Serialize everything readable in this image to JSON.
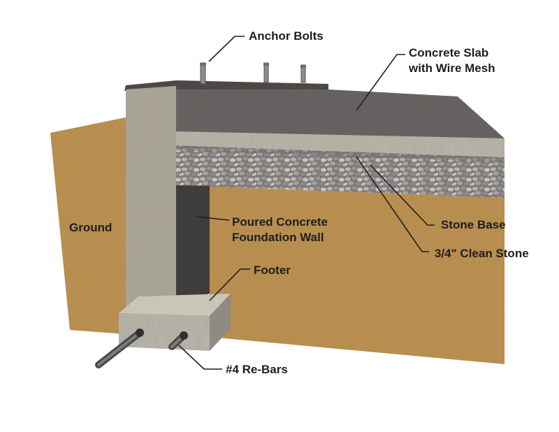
{
  "labels": {
    "anchor_bolts": "Anchor Bolts",
    "slab_line1": "Concrete Slab",
    "slab_line2": "with Wire Mesh",
    "ground": "Ground",
    "wall_line1": "Poured Concrete",
    "wall_line2": "Foundation Wall",
    "stone_base": "Stone Base",
    "clean_stone": "3/4\" Clean Stone",
    "footer": "Footer",
    "rebars": "#4 Re-Bars"
  },
  "colors": {
    "ground": "#b98c4a",
    "concrete": "#a9a497",
    "slab_top": "#5b5855",
    "gravel": "#8c8987",
    "leader": "#1e1e1e"
  }
}
